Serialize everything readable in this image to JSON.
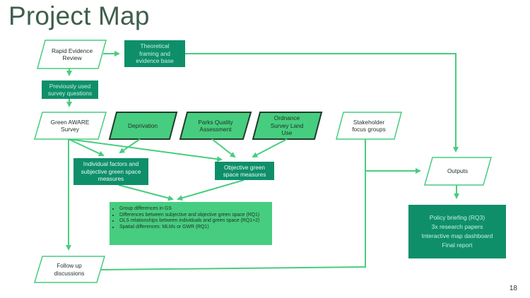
{
  "title": "Project Map",
  "page_number": "18",
  "nodes": {
    "rapid_review": "Rapid Evidence Review",
    "theoretical": "Theoretical framing and evidence base",
    "previously_used": "Previously used survey questions",
    "green_aware": "Green AWARE Survey",
    "deprivation": "Deprivation",
    "parks_quality": "Parks Quality Assessment",
    "ordnance": "Ordnance Survey Land Use",
    "stakeholder": "Stakeholder focus groups",
    "individual": "Individual factors and subjective green space measures",
    "objective": "Objective green space measures",
    "outputs": "Outputs",
    "follow_up": "Follow up discussions"
  },
  "analysis_items": [
    "Group differences in GS",
    "Differences between subjective and objective green space (RQ1)",
    "OLS relationships between individuals and green space (RQ1+2)",
    "Spatial differences: MLMs or GWR (RQ1)"
  ],
  "output_items": [
    "Policy briefing (RQ3)",
    "3x research papers",
    "Interactive map dashboard",
    "Final report"
  ],
  "colors": {
    "line": "#47cd7f",
    "dark_box": "#0e8f6a",
    "light_box": "#47cd7f",
    "title": "#3f5e4c"
  }
}
